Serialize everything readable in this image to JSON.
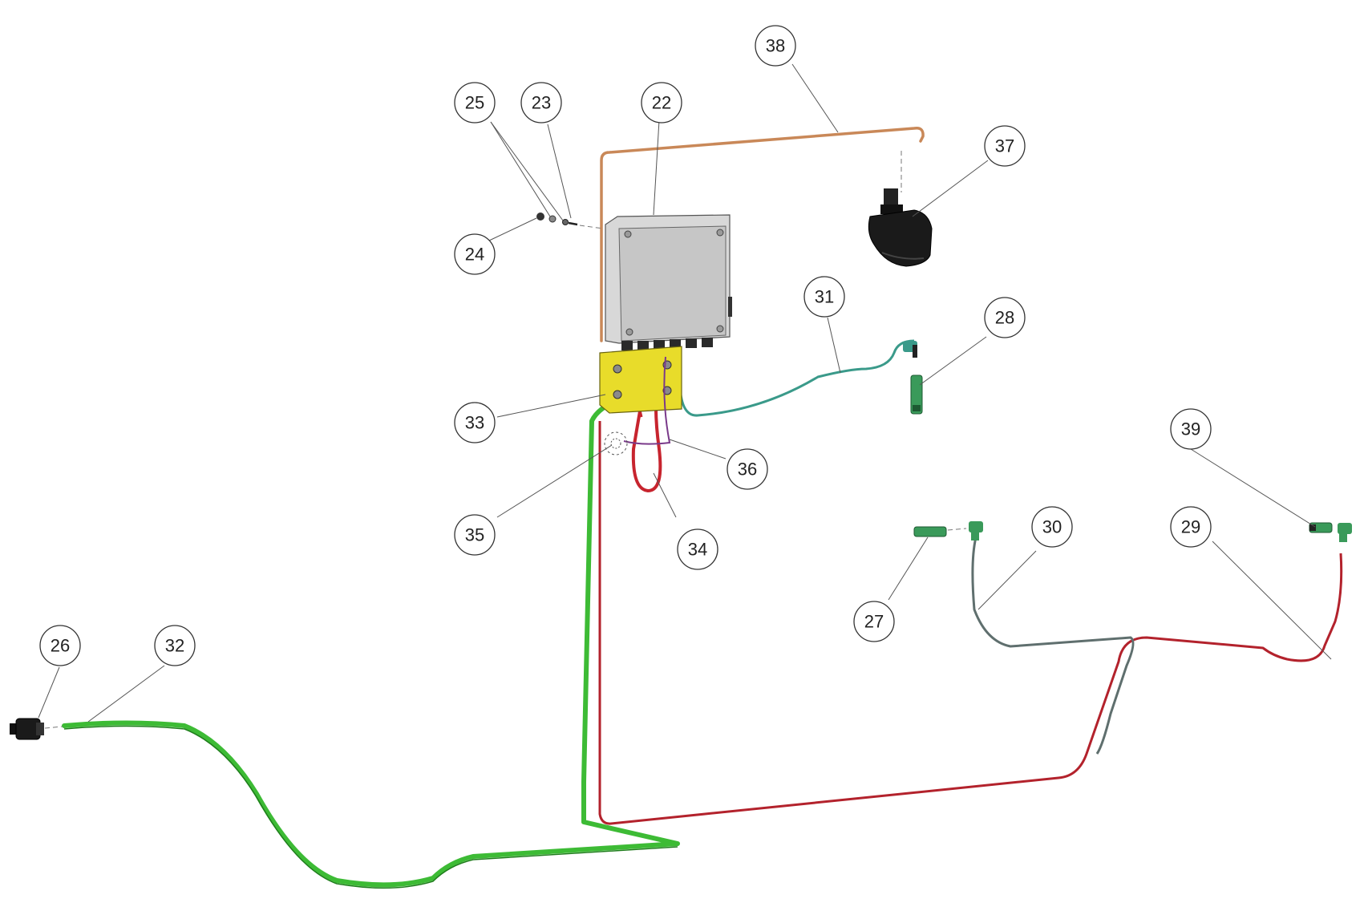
{
  "diagram": {
    "colors": {
      "background": "#ffffff",
      "green_cable": "#3dbb35",
      "red_cable": "#b3222c",
      "copper_tube": "#c98858",
      "teal_cable": "#3a9a8a",
      "grey_cable": "#5f6f6e",
      "enclosure": "#c8c8c8",
      "yellow_bracket": "#e8dc2a",
      "black_part": "#1a1a1a"
    },
    "callouts": [
      {
        "id": "22",
        "label": "22"
      },
      {
        "id": "23",
        "label": "23"
      },
      {
        "id": "24",
        "label": "24"
      },
      {
        "id": "25",
        "label": "25"
      },
      {
        "id": "26",
        "label": "26"
      },
      {
        "id": "27",
        "label": "27"
      },
      {
        "id": "28",
        "label": "28"
      },
      {
        "id": "29",
        "label": "29"
      },
      {
        "id": "30",
        "label": "30"
      },
      {
        "id": "31",
        "label": "31"
      },
      {
        "id": "32",
        "label": "32"
      },
      {
        "id": "33",
        "label": "33"
      },
      {
        "id": "34",
        "label": "34"
      },
      {
        "id": "35",
        "label": "35"
      },
      {
        "id": "36",
        "label": "36"
      },
      {
        "id": "37",
        "label": "37"
      },
      {
        "id": "38",
        "label": "38"
      },
      {
        "id": "39",
        "label": "39"
      }
    ]
  }
}
